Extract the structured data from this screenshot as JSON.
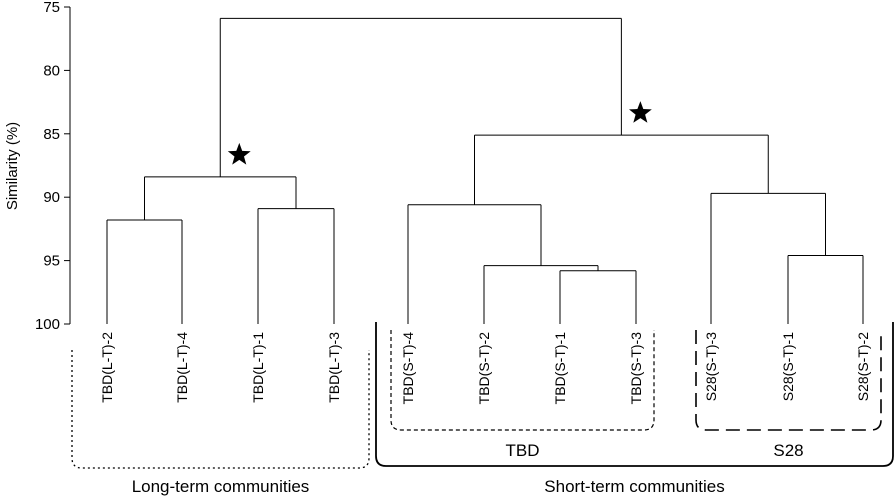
{
  "chart_data": {
    "type": "dendrogram",
    "ylabel": "Similarity (%)",
    "ylim": [
      100,
      75
    ],
    "yticks": [
      75,
      80,
      85,
      90,
      95,
      100
    ],
    "leaves": [
      "TBD(L-T)-2",
      "TBD(L-T)-4",
      "TBD(L-T)-1",
      "TBD(L-T)-3",
      "TBD(S-T)-4",
      "TBD(S-T)-2",
      "TBD(S-T)-1",
      "TBD(S-T)-3",
      "S28(S-T)-3",
      "S28(S-T)-1",
      "S28(S-T)-2"
    ],
    "merges": [
      {
        "id": "m1",
        "children": [
          "TBD(L-T)-2",
          "TBD(L-T)-4"
        ],
        "similarity": 91.8
      },
      {
        "id": "m2",
        "children": [
          "TBD(L-T)-1",
          "TBD(L-T)-3"
        ],
        "similarity": 90.9
      },
      {
        "id": "m3",
        "children": [
          "m1",
          "m2"
        ],
        "similarity": 88.4,
        "star": true
      },
      {
        "id": "m4",
        "children": [
          "TBD(S-T)-1",
          "TBD(S-T)-3"
        ],
        "similarity": 95.8
      },
      {
        "id": "m5",
        "children": [
          "TBD(S-T)-2",
          "m4"
        ],
        "similarity": 95.4
      },
      {
        "id": "m6",
        "children": [
          "TBD(S-T)-4",
          "m5"
        ],
        "similarity": 90.6
      },
      {
        "id": "m7",
        "children": [
          "S28(S-T)-1",
          "S28(S-T)-2"
        ],
        "similarity": 94.6
      },
      {
        "id": "m8",
        "children": [
          "S28(S-T)-3",
          "m7"
        ],
        "similarity": 89.7
      },
      {
        "id": "m9",
        "children": [
          "m6",
          "m8"
        ],
        "similarity": 85.1,
        "star": true
      },
      {
        "id": "m10",
        "children": [
          "m3",
          "m9"
        ],
        "similarity": 75.9
      }
    ],
    "groups": {
      "long_term": {
        "label": "Long-term communities",
        "members": [
          "TBD(L-T)-2",
          "TBD(L-T)-3"
        ],
        "style": "dotted"
      },
      "short_term": {
        "label": "Short-term communities",
        "members": [
          "TBD(S-T)-4",
          "S28(S-T)-2"
        ],
        "style": "solid"
      },
      "tbd": {
        "label": "TBD",
        "members": [
          "TBD(S-T)-4",
          "TBD(S-T)-3"
        ],
        "style": "dashed-short"
      },
      "s28": {
        "label": "S28",
        "members": [
          "S28(S-T)-3",
          "S28(S-T)-2"
        ],
        "style": "dashed-long"
      }
    }
  }
}
